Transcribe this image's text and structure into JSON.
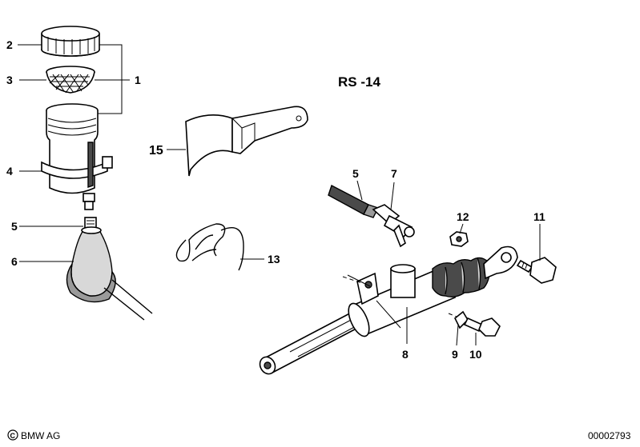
{
  "diagram": {
    "code": "RS -14",
    "copyright": "BMW AG",
    "image_number": "00002793",
    "part_labels": [
      {
        "id": "p2",
        "text": "2"
      },
      {
        "id": "p3",
        "text": "3"
      },
      {
        "id": "p1",
        "text": "1"
      },
      {
        "id": "p4",
        "text": "4"
      },
      {
        "id": "p5a",
        "text": "5"
      },
      {
        "id": "p6",
        "text": "6"
      },
      {
        "id": "p15",
        "text": "15"
      },
      {
        "id": "p13",
        "text": "13"
      },
      {
        "id": "p5b",
        "text": "5"
      },
      {
        "id": "p7",
        "text": "7"
      },
      {
        "id": "p12",
        "text": "12"
      },
      {
        "id": "p11",
        "text": "11"
      },
      {
        "id": "p8",
        "text": "8"
      },
      {
        "id": "p9",
        "text": "9"
      },
      {
        "id": "p10",
        "text": "10"
      }
    ]
  }
}
